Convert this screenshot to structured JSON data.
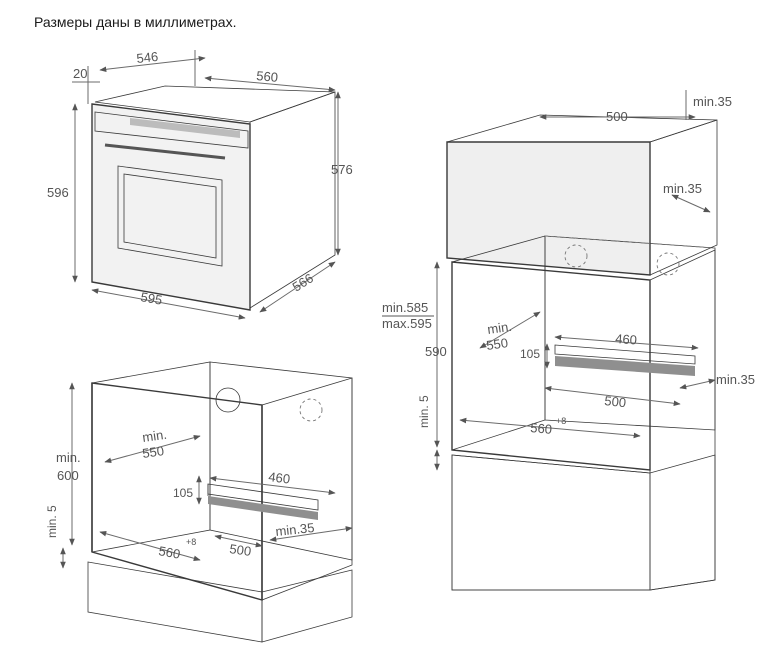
{
  "caption": "Размеры даны в миллиметрах.",
  "colors": {
    "wall": "#d0d0d0",
    "wall_dark": "#b3b3b3",
    "panel": "#e9e9e9",
    "edge": "#3a3a3a",
    "dimension": "#6b6b6b",
    "label": "#555555"
  },
  "oven": {
    "d_546": "546",
    "d_20": "20",
    "d_560": "560",
    "d_576": "576",
    "d_596": "596",
    "d_595": "595",
    "d_566": "566"
  },
  "under_counter": {
    "min_600_a": "min.",
    "min_600_b": "600",
    "min_550_a": "min.",
    "min_550_b": "550",
    "d_460": "460",
    "d_105": "105",
    "min5": "min. 5",
    "d_560": "560",
    "d_560_sup": "+8",
    "d_500": "500",
    "min35": "min.35"
  },
  "column": {
    "d_500_top": "500",
    "min35_top": "min.35",
    "min35_side": "min.35",
    "min585": "min.585",
    "max595": "max.595",
    "d_590": "590",
    "min_550_a": "min.",
    "min_550_b": "550",
    "d_460": "460",
    "d_105": "105",
    "min35_right": "min.35",
    "d_500_bottom": "500",
    "min5": "min. 5",
    "d_560": "560",
    "d_560_sup": "+8"
  }
}
